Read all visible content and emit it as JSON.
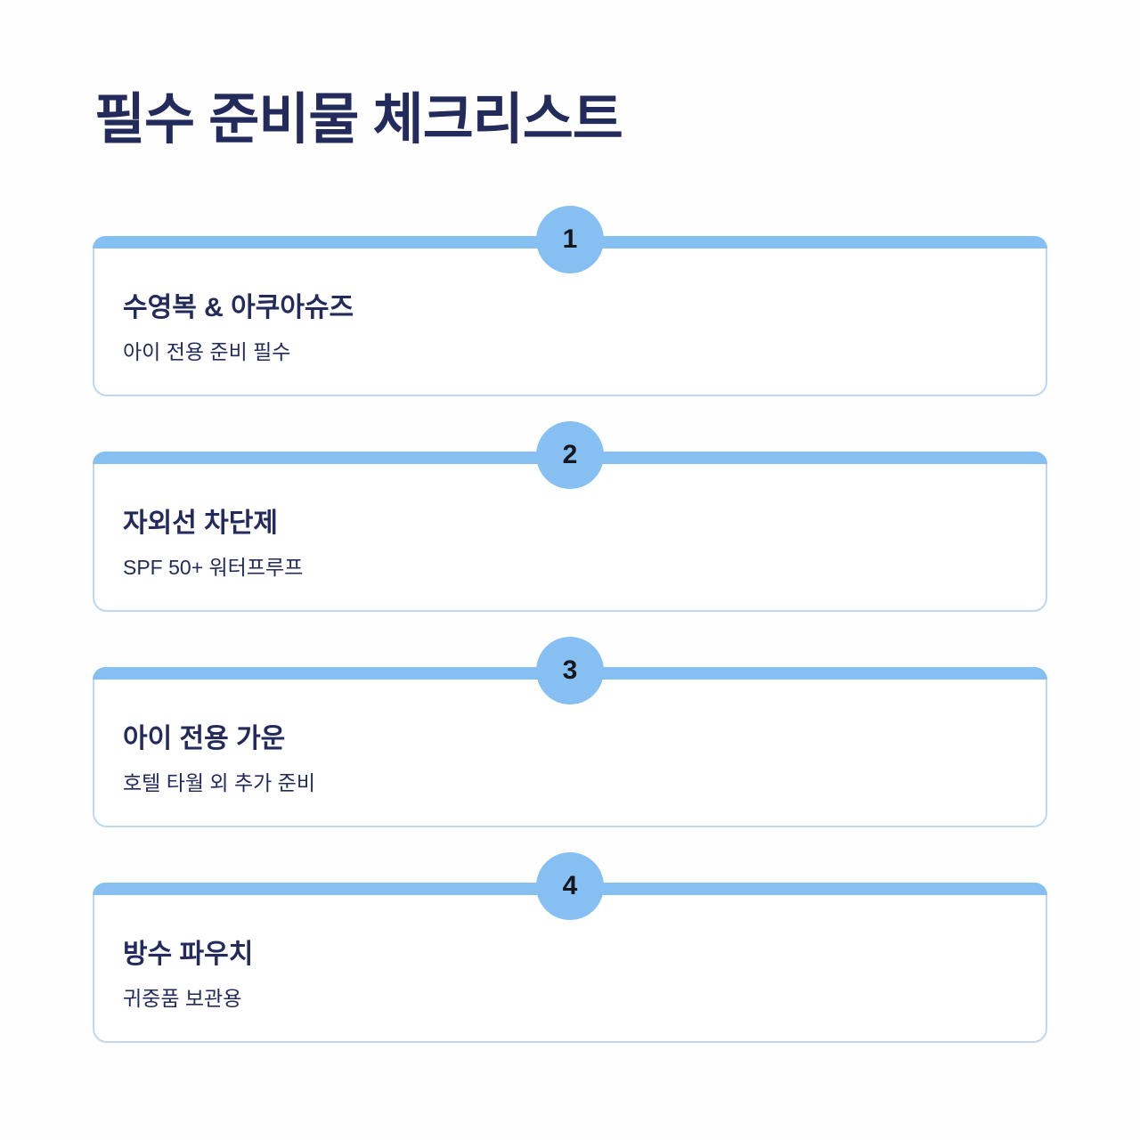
{
  "page": {
    "title": "필수 준비물 체크리스트",
    "background_color": "#fefefe"
  },
  "colors": {
    "accent_blue": "#86bff2",
    "card_border_blue": "#bfd8f1",
    "text_navy": "#232a5c",
    "badge_number_dark": "#15171c"
  },
  "checklist": {
    "items": [
      {
        "number": "1",
        "title": "수영복 & 아쿠아슈즈",
        "subtitle": "아이 전용 준비 필수"
      },
      {
        "number": "2",
        "title": "자외선 차단제",
        "subtitle": "SPF 50+ 워터프루프"
      },
      {
        "number": "3",
        "title": "아이 전용 가운",
        "subtitle": "호텔 타월 외 추가 준비"
      },
      {
        "number": "4",
        "title": "방수 파우치",
        "subtitle": "귀중품 보관용"
      }
    ]
  }
}
